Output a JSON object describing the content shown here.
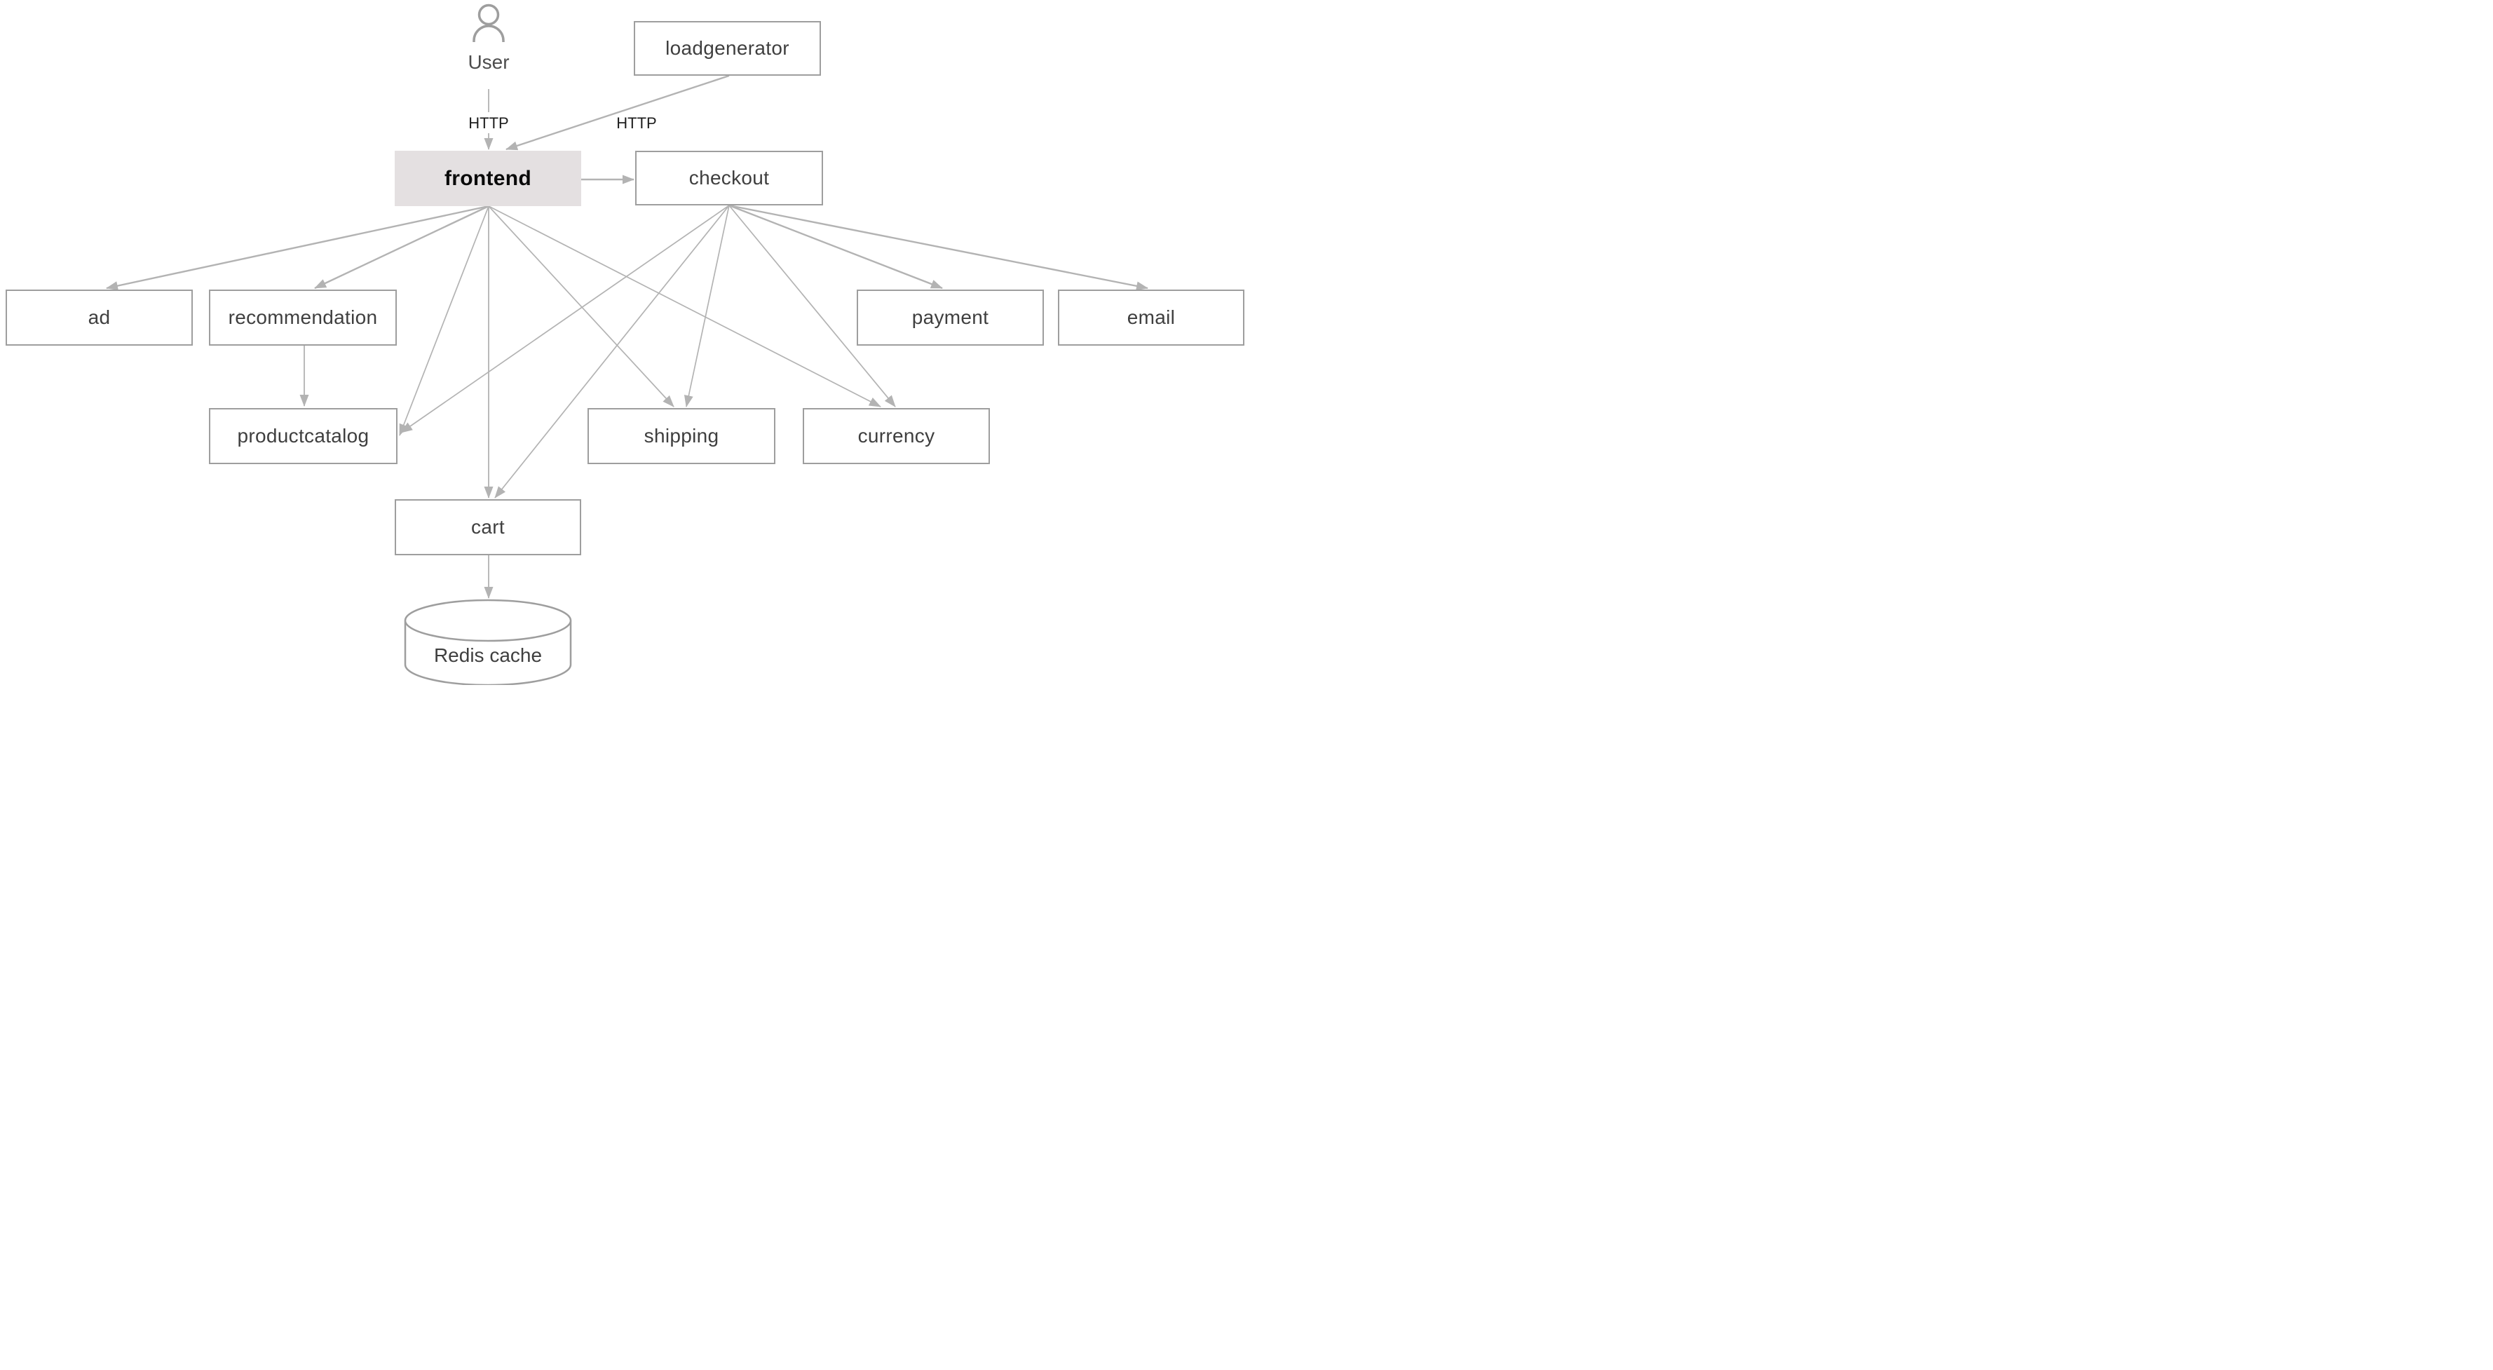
{
  "diagram": {
    "user_actor": {
      "label": "User"
    },
    "nodes": [
      {
        "id": "loadgenerator",
        "label": "loadgenerator",
        "shape": "box"
      },
      {
        "id": "frontend",
        "label": "frontend",
        "shape": "box",
        "highlighted": true
      },
      {
        "id": "checkout",
        "label": "checkout",
        "shape": "box"
      },
      {
        "id": "ad",
        "label": "ad",
        "shape": "box"
      },
      {
        "id": "recommendation",
        "label": "recommendation",
        "shape": "box"
      },
      {
        "id": "payment",
        "label": "payment",
        "shape": "box"
      },
      {
        "id": "email",
        "label": "email",
        "shape": "box"
      },
      {
        "id": "productcatalog",
        "label": "productcatalog",
        "shape": "box"
      },
      {
        "id": "shipping",
        "label": "shipping",
        "shape": "box"
      },
      {
        "id": "currency",
        "label": "currency",
        "shape": "box"
      },
      {
        "id": "cart",
        "label": "cart",
        "shape": "box"
      },
      {
        "id": "redis",
        "label": "Redis cache",
        "shape": "cylinder"
      }
    ],
    "edges": [
      {
        "from": "User",
        "to": "frontend",
        "label": "HTTP"
      },
      {
        "from": "loadgenerator",
        "to": "frontend",
        "label": "HTTP"
      },
      {
        "from": "frontend",
        "to": "checkout"
      },
      {
        "from": "frontend",
        "to": "ad"
      },
      {
        "from": "frontend",
        "to": "recommendation"
      },
      {
        "from": "frontend",
        "to": "productcatalog"
      },
      {
        "from": "frontend",
        "to": "cart"
      },
      {
        "from": "frontend",
        "to": "shipping"
      },
      {
        "from": "frontend",
        "to": "currency"
      },
      {
        "from": "checkout",
        "to": "productcatalog"
      },
      {
        "from": "checkout",
        "to": "cart"
      },
      {
        "from": "checkout",
        "to": "shipping"
      },
      {
        "from": "checkout",
        "to": "currency"
      },
      {
        "from": "checkout",
        "to": "payment"
      },
      {
        "from": "checkout",
        "to": "email"
      },
      {
        "from": "recommendation",
        "to": "productcatalog"
      },
      {
        "from": "cart",
        "to": "redis"
      }
    ],
    "colors": {
      "box_border": "#9e9e9e",
      "box_fill": "#ffffff",
      "highlight_fill": "#e4e0e1",
      "edge": "#b3b3b3",
      "node_text": "#3f3f3f",
      "frontend_text": "#0a0a0a",
      "edge_label_text": "#1d1d1d",
      "actor": "#9e9e9e"
    }
  }
}
